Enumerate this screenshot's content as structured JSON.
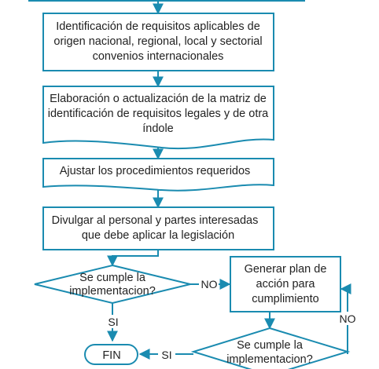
{
  "colors": {
    "stroke": "#1a8bb0",
    "text": "#222222",
    "background": "#ffffff"
  },
  "steps": {
    "identify": {
      "line1": "Identificación de requisitos aplicables de",
      "line2": "origen nacional, regional, local y sectorial",
      "line3": "convenios internacionales"
    },
    "matrix": {
      "line1": "Elaboración o actualización de la matriz de",
      "line2": "identificación de requisitos legales y de otra",
      "line3": "índole"
    },
    "adjust": {
      "line1": "Ajustar los procedimientos requeridos"
    },
    "share": {
      "line1": "Divulgar al personal y partes interesadas",
      "line2": "que debe aplicar la legislación"
    },
    "plan": {
      "line1": "Generar plan de",
      "line2": "acción para",
      "line3": "cumplimiento"
    }
  },
  "decisions": {
    "first": {
      "line1": "Se cumple la",
      "line2": "implementacion?"
    },
    "second": {
      "line1": "Se cumple la",
      "line2": "implementacion?"
    }
  },
  "terminator": {
    "label": "FIN"
  },
  "edge_labels": {
    "first_no": "NO",
    "first_yes": "SI",
    "second_no": "NO",
    "second_yes": "SI"
  }
}
